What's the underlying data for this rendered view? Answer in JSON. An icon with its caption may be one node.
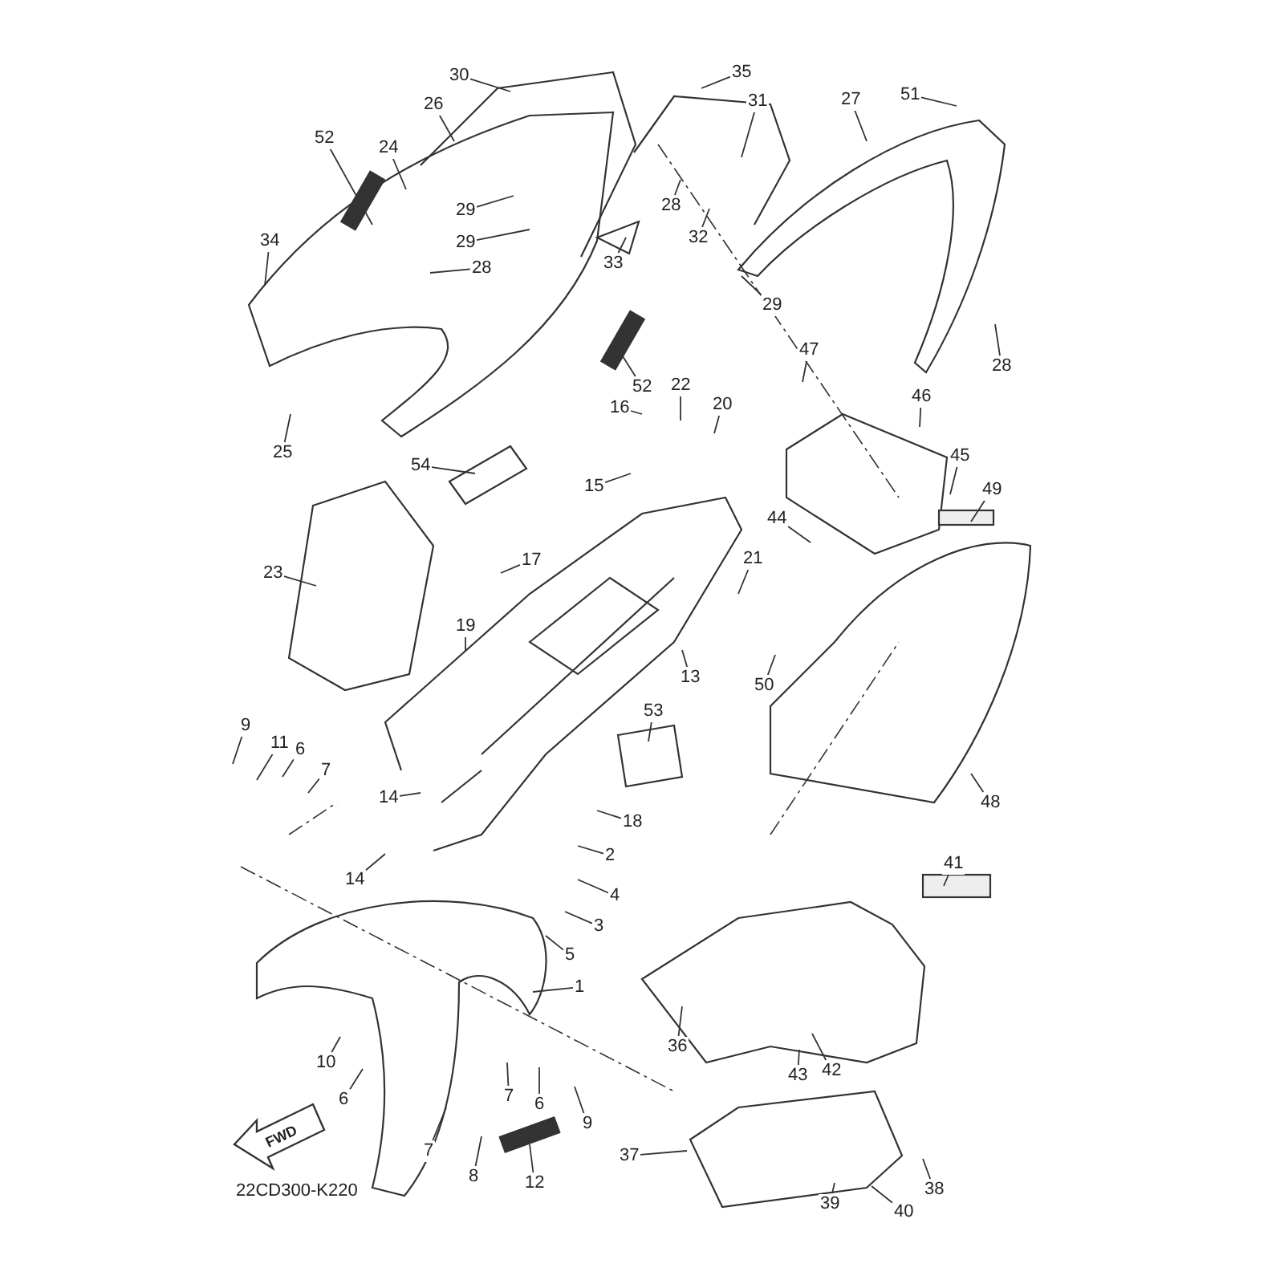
{
  "diagram": {
    "nodes": [
      {
        "text": [
          "30"
        ]
      },
      {
        "text": [
          "35"
        ]
      },
      {
        "text": [
          "26"
        ]
      },
      {
        "text": [
          "31"
        ]
      },
      {
        "text": [
          "27"
        ]
      },
      {
        "text": [
          "51"
        ]
      },
      {
        "text": [
          "52"
        ]
      },
      {
        "text": [
          "24"
        ]
      },
      {
        "text": [
          "29"
        ]
      },
      {
        "text": [
          "29"
        ]
      },
      {
        "text": [
          "28"
        ]
      },
      {
        "text": [
          "28"
        ]
      },
      {
        "text": [
          "32"
        ]
      },
      {
        "text": [
          "33"
        ]
      },
      {
        "text": [
          "34"
        ]
      },
      {
        "text": [
          "29"
        ]
      },
      {
        "text": [
          "28"
        ]
      },
      {
        "text": [
          "25"
        ]
      },
      {
        "text": [
          "52"
        ]
      },
      {
        "text": [
          "22"
        ]
      },
      {
        "text": [
          "20"
        ]
      },
      {
        "text": [
          "16"
        ]
      },
      {
        "text": [
          "47"
        ]
      },
      {
        "text": [
          "46"
        ]
      },
      {
        "text": [
          "45"
        ]
      },
      {
        "text": [
          "49"
        ]
      },
      {
        "text": [
          "54"
        ]
      },
      {
        "text": [
          "15"
        ]
      },
      {
        "text": [
          "44"
        ]
      },
      {
        "text": [
          "17"
        ]
      },
      {
        "text": [
          "23"
        ]
      },
      {
        "text": [
          "21"
        ]
      },
      {
        "text": [
          "19"
        ]
      },
      {
        "text": [
          "13"
        ]
      },
      {
        "text": [
          "50"
        ]
      },
      {
        "text": [
          "53"
        ]
      },
      {
        "text": [
          "48"
        ]
      },
      {
        "text": [
          "9"
        ]
      },
      {
        "text": [
          "11"
        ]
      },
      {
        "text": [
          "6"
        ]
      },
      {
        "text": [
          "7"
        ]
      },
      {
        "text": [
          "14"
        ]
      },
      {
        "text": [
          "18"
        ]
      },
      {
        "text": [
          "14"
        ]
      },
      {
        "text": [
          "2"
        ]
      },
      {
        "text": [
          "4"
        ]
      },
      {
        "text": [
          "3"
        ]
      },
      {
        "text": [
          "5"
        ]
      },
      {
        "text": [
          "1"
        ]
      },
      {
        "text": [
          "41"
        ]
      },
      {
        "text": [
          "36"
        ]
      },
      {
        "text": [
          "43"
        ]
      },
      {
        "text": [
          "42"
        ]
      },
      {
        "text": [
          "10"
        ]
      },
      {
        "text": [
          "6"
        ]
      },
      {
        "text": [
          "7"
        ]
      },
      {
        "text": [
          "6"
        ]
      },
      {
        "text": [
          "9"
        ]
      },
      {
        "text": [
          "37"
        ]
      },
      {
        "text": [
          "7"
        ]
      },
      {
        "text": [
          "8"
        ]
      },
      {
        "text": [
          "12"
        ]
      },
      {
        "text": [
          "38"
        ]
      },
      {
        "text": [
          "39"
        ]
      },
      {
        "text": [
          "40"
        ]
      }
    ],
    "edges": [
      {
        "from": 0,
        "to": null,
        "arrow": "none"
      },
      {
        "from": 1,
        "to": null,
        "arrow": "none"
      },
      {
        "from": 2,
        "to": null,
        "arrow": "none"
      },
      {
        "from": 3,
        "to": null,
        "arrow": "none"
      },
      {
        "from": 4,
        "to": null,
        "arrow": "none"
      },
      {
        "from": 5,
        "to": null,
        "arrow": "none"
      },
      {
        "from": 6,
        "to": null,
        "arrow": "none"
      },
      {
        "from": 7,
        "to": null,
        "arrow": "none"
      },
      {
        "from": 8,
        "to": null,
        "arrow": "none"
      },
      {
        "from": 9,
        "to": null,
        "arrow": "none"
      },
      {
        "from": 10,
        "to": null,
        "arrow": "none"
      },
      {
        "from": 11,
        "to": null,
        "arrow": "none"
      },
      {
        "from": 12,
        "to": null,
        "arrow": "none"
      },
      {
        "from": 13,
        "to": null,
        "arrow": "none"
      },
      {
        "from": 14,
        "to": null,
        "arrow": "none"
      },
      {
        "from": 15,
        "to": null,
        "arrow": "none"
      },
      {
        "from": 16,
        "to": null,
        "arrow": "none"
      },
      {
        "from": 17,
        "to": null,
        "arrow": "none"
      },
      {
        "from": 18,
        "to": null,
        "arrow": "none"
      },
      {
        "from": 19,
        "to": null,
        "arrow": "none"
      },
      {
        "from": 20,
        "to": null,
        "arrow": "none"
      },
      {
        "from": 21,
        "to": null,
        "arrow": "none"
      },
      {
        "from": 22,
        "to": null,
        "arrow": "none"
      },
      {
        "from": 23,
        "to": null,
        "arrow": "none"
      },
      {
        "from": 24,
        "to": null,
        "arrow": "none"
      },
      {
        "from": 25,
        "to": null,
        "arrow": "none"
      },
      {
        "from": 26,
        "to": null,
        "arrow": "none"
      },
      {
        "from": 27,
        "to": null,
        "arrow": "none"
      },
      {
        "from": 28,
        "to": null,
        "arrow": "none"
      },
      {
        "from": 29,
        "to": null,
        "arrow": "none"
      },
      {
        "from": 30,
        "to": null,
        "arrow": "none"
      },
      {
        "from": 31,
        "to": null,
        "arrow": "none"
      },
      {
        "from": 32,
        "to": null,
        "arrow": "none"
      },
      {
        "from": 33,
        "to": null,
        "arrow": "none"
      },
      {
        "from": 34,
        "to": null,
        "arrow": "none"
      },
      {
        "from": 35,
        "to": null,
        "arrow": "none"
      },
      {
        "from": 36,
        "to": null,
        "arrow": "none"
      },
      {
        "from": 37,
        "to": null,
        "arrow": "none"
      },
      {
        "from": 38,
        "to": null,
        "arrow": "none"
      },
      {
        "from": 39,
        "to": null,
        "arrow": "none"
      },
      {
        "from": 40,
        "to": null,
        "arrow": "none"
      },
      {
        "from": 41,
        "to": null,
        "arrow": "none"
      },
      {
        "from": 42,
        "to": null,
        "arrow": "none"
      },
      {
        "from": 43,
        "to": null,
        "arrow": "none"
      },
      {
        "from": 44,
        "to": null,
        "arrow": "none"
      },
      {
        "from": 45,
        "to": null,
        "arrow": "none"
      },
      {
        "from": 46,
        "to": null,
        "arrow": "none"
      },
      {
        "from": 47,
        "to": null,
        "arrow": "none"
      },
      {
        "from": 48,
        "to": null,
        "arrow": "none"
      },
      {
        "from": 49,
        "to": null,
        "arrow": "none"
      },
      {
        "from": 50,
        "to": null,
        "arrow": "none"
      },
      {
        "from": 51,
        "to": null,
        "arrow": "none"
      },
      {
        "from": 52,
        "to": null,
        "arrow": "none"
      },
      {
        "from": 53,
        "to": null,
        "arrow": "none"
      },
      {
        "from": 54,
        "to": null,
        "arrow": "none"
      },
      {
        "from": 55,
        "to": null,
        "arrow": "none"
      },
      {
        "from": 56,
        "to": null,
        "arrow": "none"
      },
      {
        "from": 57,
        "to": null,
        "arrow": "none"
      },
      {
        "from": 58,
        "to": null,
        "arrow": "none"
      },
      {
        "from": 59,
        "to": null,
        "arrow": "none"
      },
      {
        "from": 60,
        "to": null,
        "arrow": "none"
      },
      {
        "from": 61,
        "to": null,
        "arrow": "none"
      },
      {
        "from": 62,
        "to": null,
        "arrow": "none"
      },
      {
        "from": 63,
        "to": null,
        "arrow": "none"
      },
      {
        "from": 64,
        "to": null,
        "arrow": "none"
      }
    ],
    "labels": [
      "FWD",
      "22CD300-K220"
    ]
  }
}
